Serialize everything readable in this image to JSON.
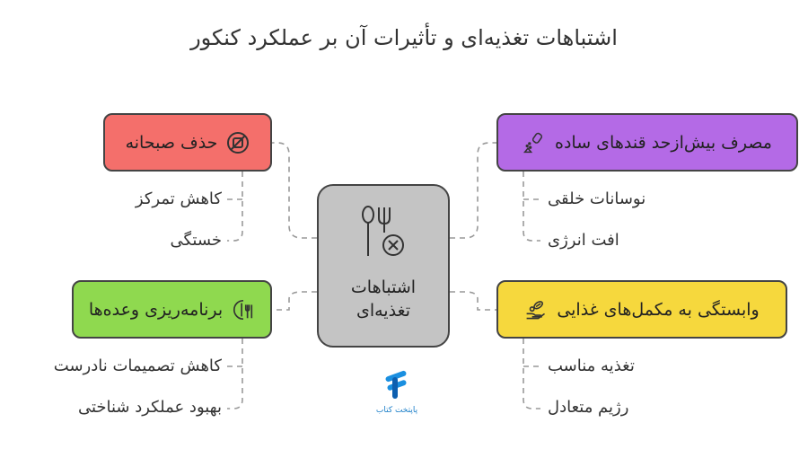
{
  "title": "اشتباهات تغذیه‌ای و تأثیرات آن بر عملکرد کنکور",
  "center": {
    "label": "اشتباهات تغذیه‌ای",
    "icon": "fork-spoon-x-icon"
  },
  "branches": {
    "breakfast": {
      "label": "حذف صبحانه",
      "color": "#f46f6b",
      "icon": "no-food-icon",
      "effects": [
        "کاهش تمرکز",
        "خستگی"
      ]
    },
    "sugar": {
      "label": "مصرف بیش‌ازحد قندهای ساده",
      "color": "#b46ae6",
      "icon": "sugar-shaker-icon",
      "effects": [
        "نوسانات خلقی",
        "افت انرژی"
      ]
    },
    "planning": {
      "label": "برنامه‌ریزی وعده‌ها",
      "color": "#8fd94f",
      "icon": "meal-plan-icon",
      "effects": [
        "کاهش تصمیمات نادرست",
        "بهبود عملکرد شناختی"
      ]
    },
    "supplements": {
      "label": "وابستگی به مکمل‌های غذایی",
      "color": "#f6d83d",
      "icon": "supplement-hand-icon",
      "effects": [
        "تغذیه مناسب",
        "رژیم متعادل"
      ]
    }
  },
  "logo": {
    "text": "پاپتخت کتاب",
    "icon": "brand-logo-icon"
  }
}
